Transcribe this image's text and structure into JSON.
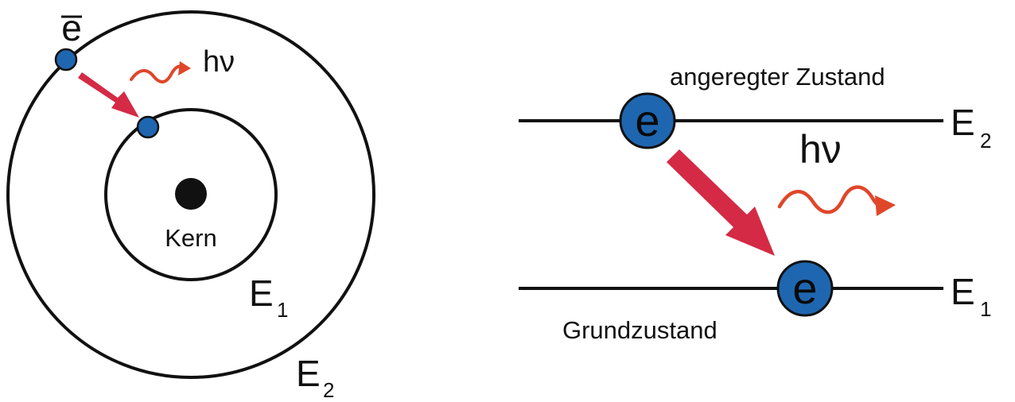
{
  "left": {
    "electron_label": "e",
    "photon_label": "hν",
    "nucleus_label": "Kern",
    "inner_orbit": {
      "letter": "E",
      "index": "1"
    },
    "outer_orbit": {
      "letter": "E",
      "index": "2"
    }
  },
  "right": {
    "excited_state_label": "angeregter Zustand",
    "ground_state_label": "Grundzustand",
    "photon_label": "hν",
    "electron_letter": "e",
    "upper_level": {
      "letter": "E",
      "index": "2"
    },
    "lower_level": {
      "letter": "E",
      "index": "1"
    }
  },
  "colors": {
    "electron_fill": "#1f66b0",
    "transition_arrow": "#d42a45",
    "photon_wave": "#e0462a",
    "line": "#111111",
    "nucleus": "#111111"
  }
}
